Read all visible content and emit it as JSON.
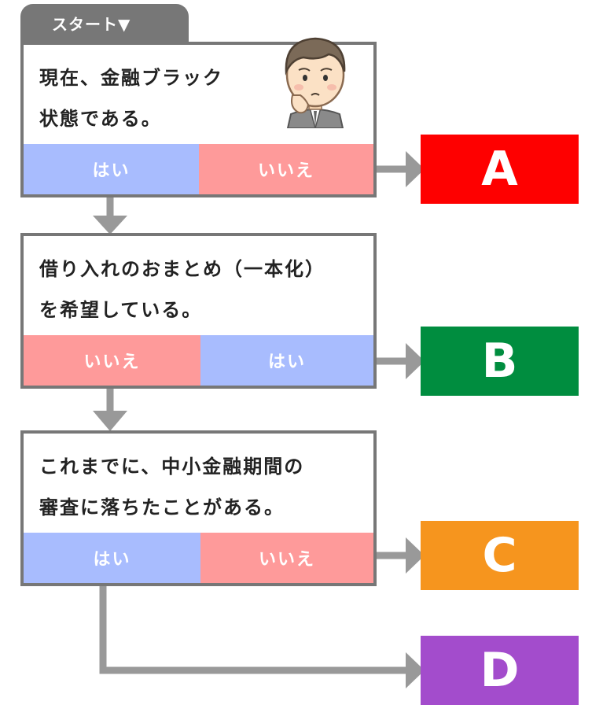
{
  "start_label": "スタート▼",
  "questions": [
    {
      "text": "現在、金融ブラック\n状態である。",
      "left_answer": "はい",
      "right_answer": "いいえ"
    },
    {
      "text": "借り入れのおまとめ（一本化）\nを希望している。",
      "left_answer": "いいえ",
      "right_answer": "はい"
    },
    {
      "text": "これまでに、中小金融期間の\n審査に落ちたことがある。",
      "left_answer": "はい",
      "right_answer": "いいえ"
    }
  ],
  "outcomes": [
    {
      "label": "A",
      "color": "#fe0000"
    },
    {
      "label": "B",
      "color": "#008d3f"
    },
    {
      "label": "C",
      "color": "#f6951e"
    },
    {
      "label": "D",
      "color": "#a34ccc"
    }
  ],
  "colors": {
    "yes": "#a8bcfe",
    "no": "#fe9a9a",
    "border": "#777777",
    "arrow": "#999999"
  },
  "illustration": "worried-man-icon"
}
